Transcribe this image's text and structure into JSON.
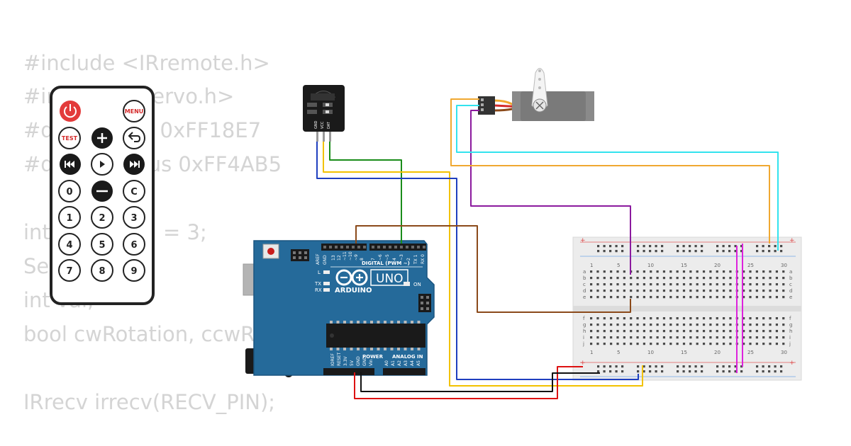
{
  "code_lines": [
    "#include <IRremote.h>",
    "#include <Servo.h>",
    "#define Plus 0xFF18E7",
    "#define Minus 0xFF4AB5",
    "",
    "int RECV_PIN = 3;",
    "Servo servo;",
    "int val;",
    "bool cwRotation, ccwRotation;",
    "",
    "IRrecv irrecv(RECV_PIN);"
  ],
  "remote": {
    "buttons": [
      {
        "id": "power",
        "label": "",
        "icon": "power-icon"
      },
      {
        "id": "menu",
        "label": "MENU"
      },
      {
        "id": "test",
        "label": "TEST"
      },
      {
        "id": "plus",
        "label": "",
        "icon": "plus-icon"
      },
      {
        "id": "back",
        "label": "",
        "icon": "return-arrow-icon"
      },
      {
        "id": "rewind",
        "label": "",
        "icon": "rewind-icon"
      },
      {
        "id": "play",
        "label": "",
        "icon": "play-icon"
      },
      {
        "id": "fastforward",
        "label": "",
        "icon": "fast-forward-icon"
      },
      {
        "id": "zero",
        "label": "0"
      },
      {
        "id": "minus",
        "label": "",
        "icon": "minus-icon"
      },
      {
        "id": "clear",
        "label": "C"
      },
      {
        "id": "one",
        "label": "1"
      },
      {
        "id": "two",
        "label": "2"
      },
      {
        "id": "three",
        "label": "3"
      },
      {
        "id": "four",
        "label": "4"
      },
      {
        "id": "five",
        "label": "5"
      },
      {
        "id": "six",
        "label": "6"
      },
      {
        "id": "seven",
        "label": "7"
      },
      {
        "id": "eight",
        "label": "8"
      },
      {
        "id": "nine",
        "label": "9"
      }
    ]
  },
  "ir_receiver": {
    "pins": [
      "GND",
      "VCC",
      "DAT"
    ]
  },
  "arduino": {
    "model": "UNO",
    "brand": "ARDUINO",
    "digital_label": "DIGITAL (PWM ~)",
    "power_label": "POWER",
    "analog_label": "ANALOG IN",
    "on_label": "ON",
    "led_labels": [
      "L",
      "TX",
      "RX"
    ],
    "digital_pins": [
      "AREF",
      "GND",
      "13",
      "12",
      "~11",
      "~10",
      "~9",
      "8",
      "7",
      "~6",
      "~5",
      "4",
      "~3",
      "2",
      "TX 1",
      "RX 0"
    ],
    "power_pins": [
      "IOREF",
      "RESET",
      "3.3V",
      "5V",
      "GND",
      "GND",
      "Vin"
    ],
    "analog_pins": [
      "A0",
      "A1",
      "A2",
      "A3",
      "A4",
      "A5"
    ]
  },
  "breadboard": {
    "column_numbers": [
      "1",
      "5",
      "10",
      "15",
      "20",
      "25",
      "30"
    ],
    "row_letters_top": [
      "a",
      "b",
      "c",
      "d",
      "e"
    ],
    "row_letters_bottom": [
      "f",
      "g",
      "h",
      "i",
      "j"
    ]
  },
  "wire_colors": {
    "ir_dat": "#1a8c1a",
    "ir_vcc": "#f2c200",
    "ir_gnd": "#1f3fbf",
    "servo_signal": "#8b1a9e",
    "servo_vcc": "#f0a830",
    "servo_gnd": "#33e3ee",
    "arduino_pin9": "#8b4a1a",
    "power_5v": "#dd1111",
    "power_gnd": "#111111",
    "bridge": "#dd22dd"
  }
}
